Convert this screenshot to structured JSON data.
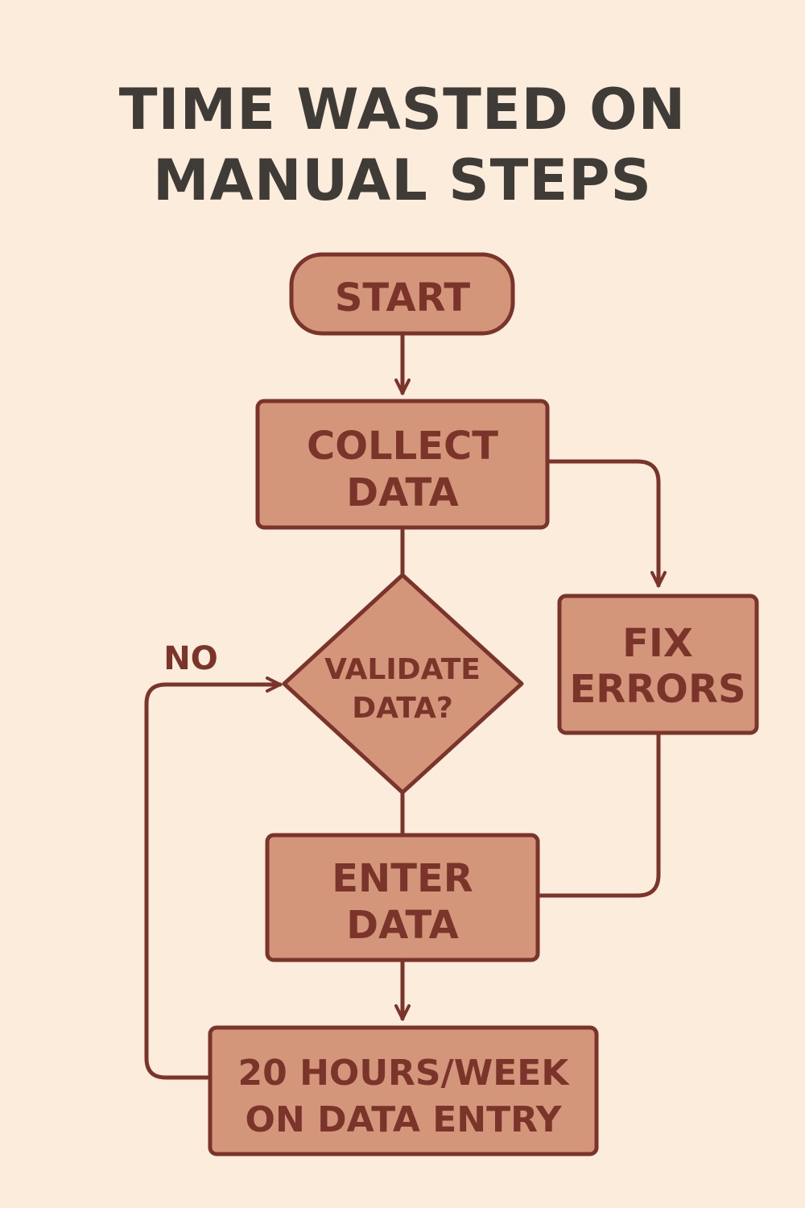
{
  "title": {
    "line1": "TIME WASTED ON",
    "line2": "MANUAL STEPS"
  },
  "nodes": {
    "start": {
      "label": "START"
    },
    "collect": {
      "line1": "COLLECT",
      "line2": "DATA"
    },
    "validate": {
      "line1": "VALIDATE",
      "line2": "DATA?"
    },
    "fix": {
      "line1": "FIX",
      "line2": "ERRORS"
    },
    "enter": {
      "line1": "ENTER",
      "line2": "DATA"
    },
    "result": {
      "line1": "20 HOURS/WEEK",
      "line2": "ON DATA ENTRY"
    }
  },
  "edge_labels": {
    "no": "NO"
  },
  "colors": {
    "background": "#fcecdc",
    "node_fill": "#d4967a",
    "node_stroke": "#7a3429",
    "text": "#7a3429",
    "title": "#3f3c38"
  }
}
